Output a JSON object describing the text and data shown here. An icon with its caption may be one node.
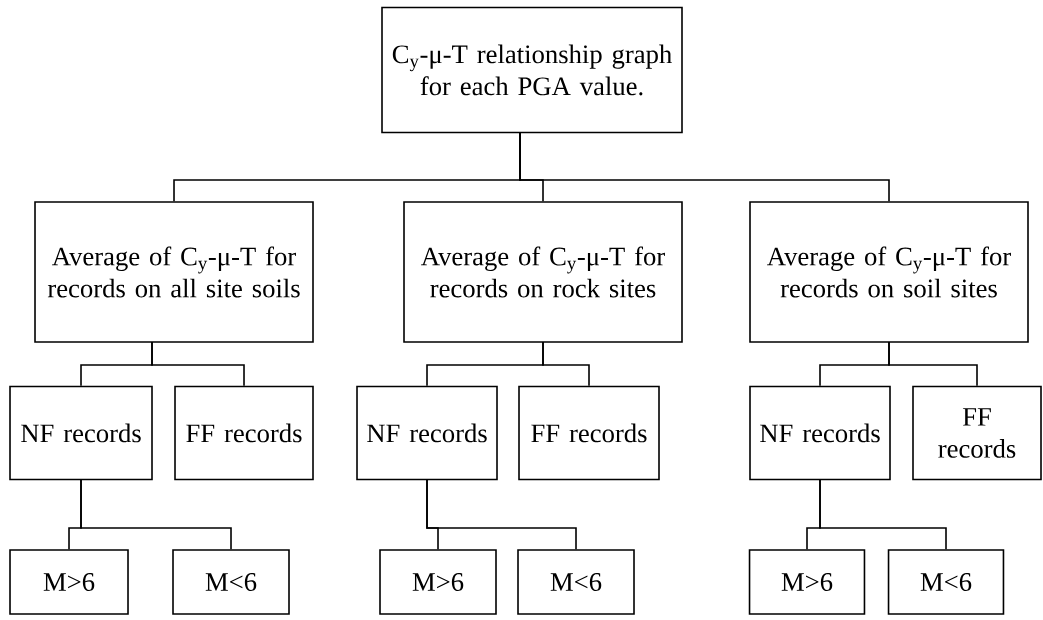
{
  "diagram": {
    "nodes": [
      {
        "text": [
          "C$_{y}$-μ-T relationship graph for each PGA value."
        ]
      },
      {
        "text": [
          "Average of C$_{y}$-μ-T for records on all site soils"
        ]
      },
      {
        "text": [
          "Average of C$_{y}$-μ-T for records on rock sites"
        ]
      },
      {
        "text": [
          "Average of C$_{y}$-μ-T for records on soil sites"
        ]
      },
      {
        "text": [
          "NF records"
        ]
      },
      {
        "text": [
          "FF records"
        ]
      },
      {
        "text": [
          "NF records"
        ]
      },
      {
        "text": [
          "FF records"
        ]
      },
      {
        "text": [
          "NF records"
        ]
      },
      {
        "text": [
          "FF records"
        ]
      },
      {
        "text": [
          "M>6"
        ]
      },
      {
        "text": [
          "M<6"
        ]
      },
      {
        "text": [
          "M>6"
        ]
      },
      {
        "text": [
          "M<6"
        ]
      },
      {
        "text": [
          "M>6"
        ]
      },
      {
        "text": [
          "M<6"
        ]
      }
    ],
    "edges": [
      {
        "from": 0,
        "to": 1,
        "arrow": "none"
      },
      {
        "from": 0,
        "to": 2,
        "arrow": "none"
      },
      {
        "from": 0,
        "to": 3,
        "arrow": "none"
      },
      {
        "from": 1,
        "to": 4,
        "arrow": "none"
      },
      {
        "from": 1,
        "to": 5,
        "arrow": "none"
      },
      {
        "from": 2,
        "to": 6,
        "arrow": "none"
      },
      {
        "from": 2,
        "to": 7,
        "arrow": "none"
      },
      {
        "from": 3,
        "to": 8,
        "arrow": "none"
      },
      {
        "from": 3,
        "to": 9,
        "arrow": "none"
      },
      {
        "from": 4,
        "to": 10,
        "arrow": "none"
      },
      {
        "from": 4,
        "to": 11,
        "arrow": "none"
      },
      {
        "from": 6,
        "to": 12,
        "arrow": "none"
      },
      {
        "from": 6,
        "to": 13,
        "arrow": "none"
      },
      {
        "from": 8,
        "to": 14,
        "arrow": "none"
      },
      {
        "from": 8,
        "to": 15,
        "arrow": "none"
      }
    ]
  }
}
